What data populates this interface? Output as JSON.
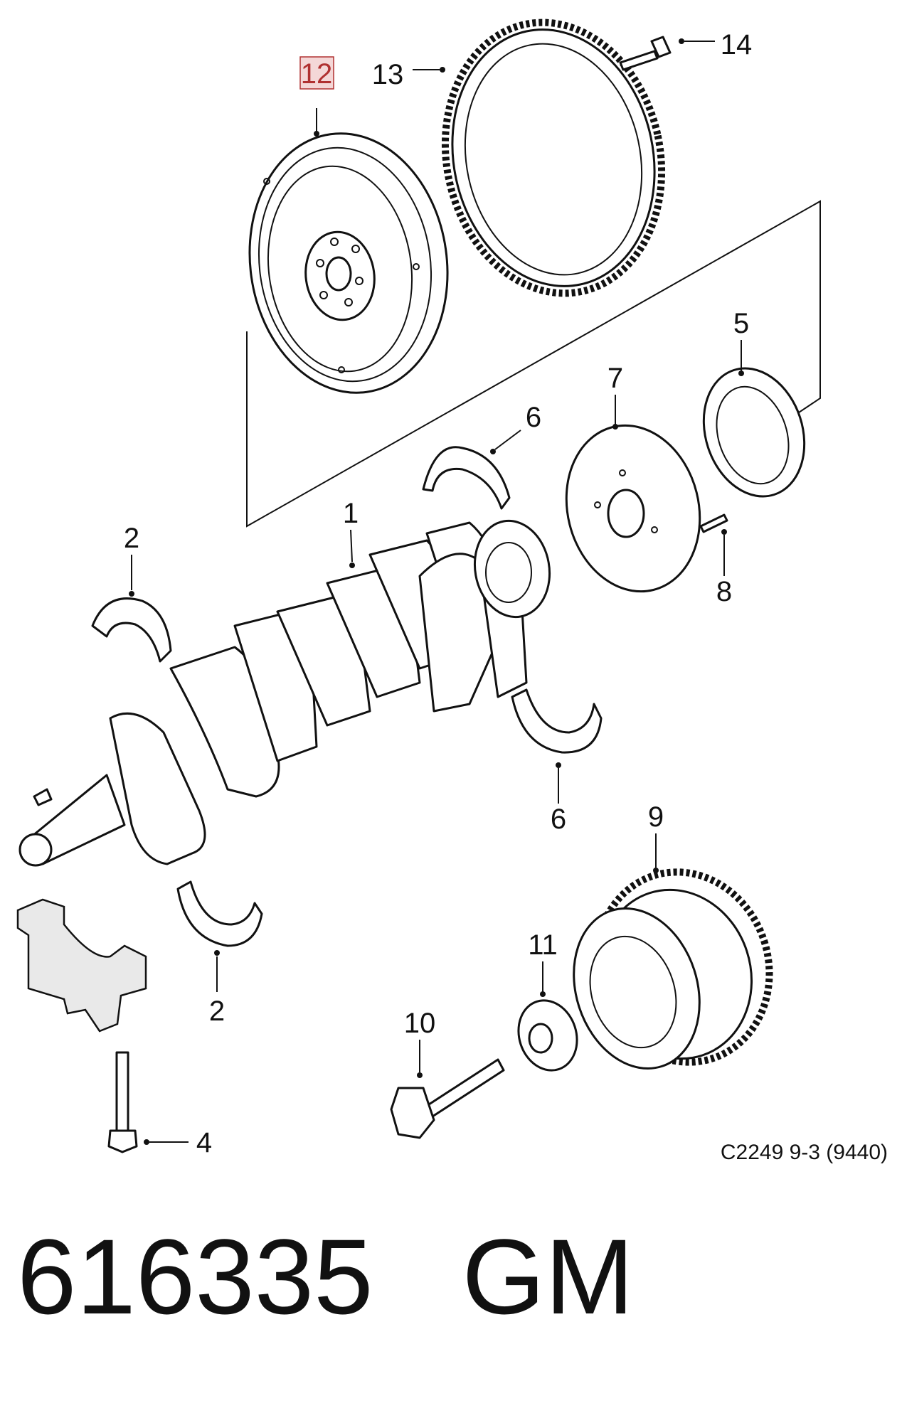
{
  "diagram": {
    "reference_code": "C2249 9-3 (9440)",
    "highlight_color": "#b03030",
    "callouts": [
      {
        "id": "c12",
        "label": "12",
        "highlighted": true
      },
      {
        "id": "c13",
        "label": "13"
      },
      {
        "id": "c14",
        "label": "14"
      },
      {
        "id": "c5",
        "label": "5"
      },
      {
        "id": "c6a",
        "label": "6"
      },
      {
        "id": "c7",
        "label": "7"
      },
      {
        "id": "c1",
        "label": "1"
      },
      {
        "id": "c2a",
        "label": "2"
      },
      {
        "id": "c8",
        "label": "8"
      },
      {
        "id": "c6b",
        "label": "6"
      },
      {
        "id": "c9",
        "label": "9"
      },
      {
        "id": "c11",
        "label": "11"
      },
      {
        "id": "c10",
        "label": "10"
      },
      {
        "id": "c2b",
        "label": "2"
      },
      {
        "id": "c4",
        "label": "4"
      }
    ]
  },
  "footer": {
    "part_number": "616335",
    "brand": "GM"
  }
}
